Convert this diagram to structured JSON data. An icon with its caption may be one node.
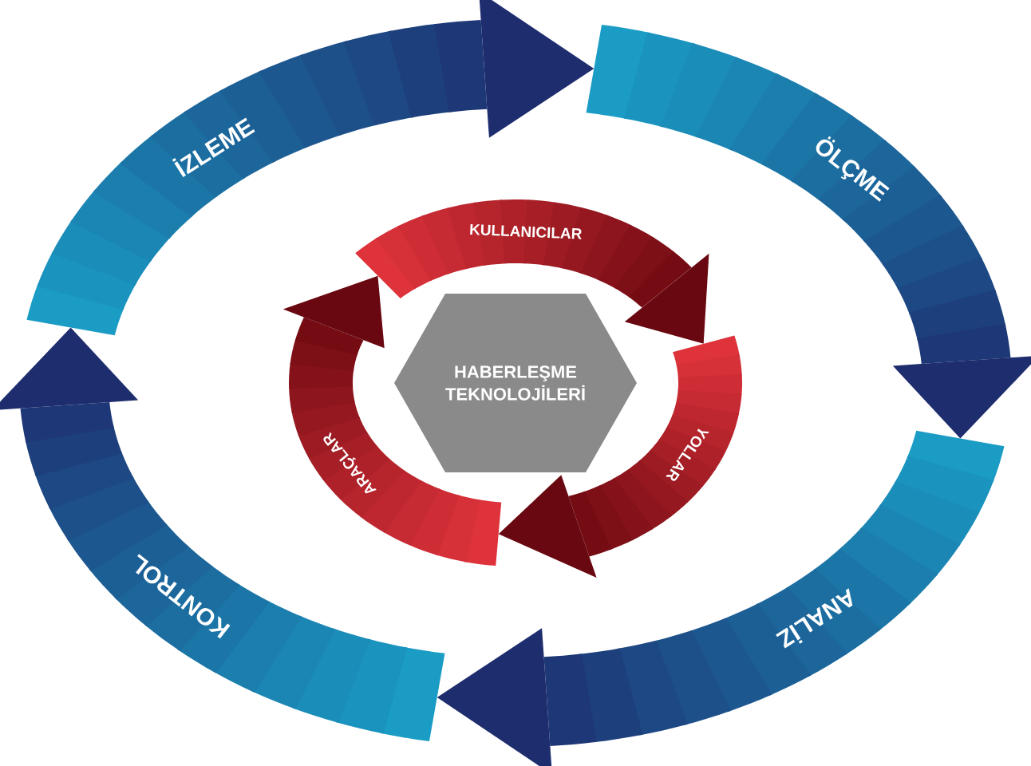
{
  "diagram": {
    "nodes": [
      {
        "text": [
          "HABERLEŞME TEKNOLOJİLERİ"
        ]
      },
      {
        "text": [
          "İZLEME"
        ]
      },
      {
        "text": [
          "ÖLÇME"
        ]
      },
      {
        "text": [
          "ANALİZ"
        ]
      },
      {
        "text": [
          "KONTROL"
        ]
      },
      {
        "text": [
          "KULLANICILAR"
        ]
      },
      {
        "text": [
          "YOLLAR"
        ]
      },
      {
        "text": [
          "ARAÇLAR"
        ]
      }
    ]
  }
}
